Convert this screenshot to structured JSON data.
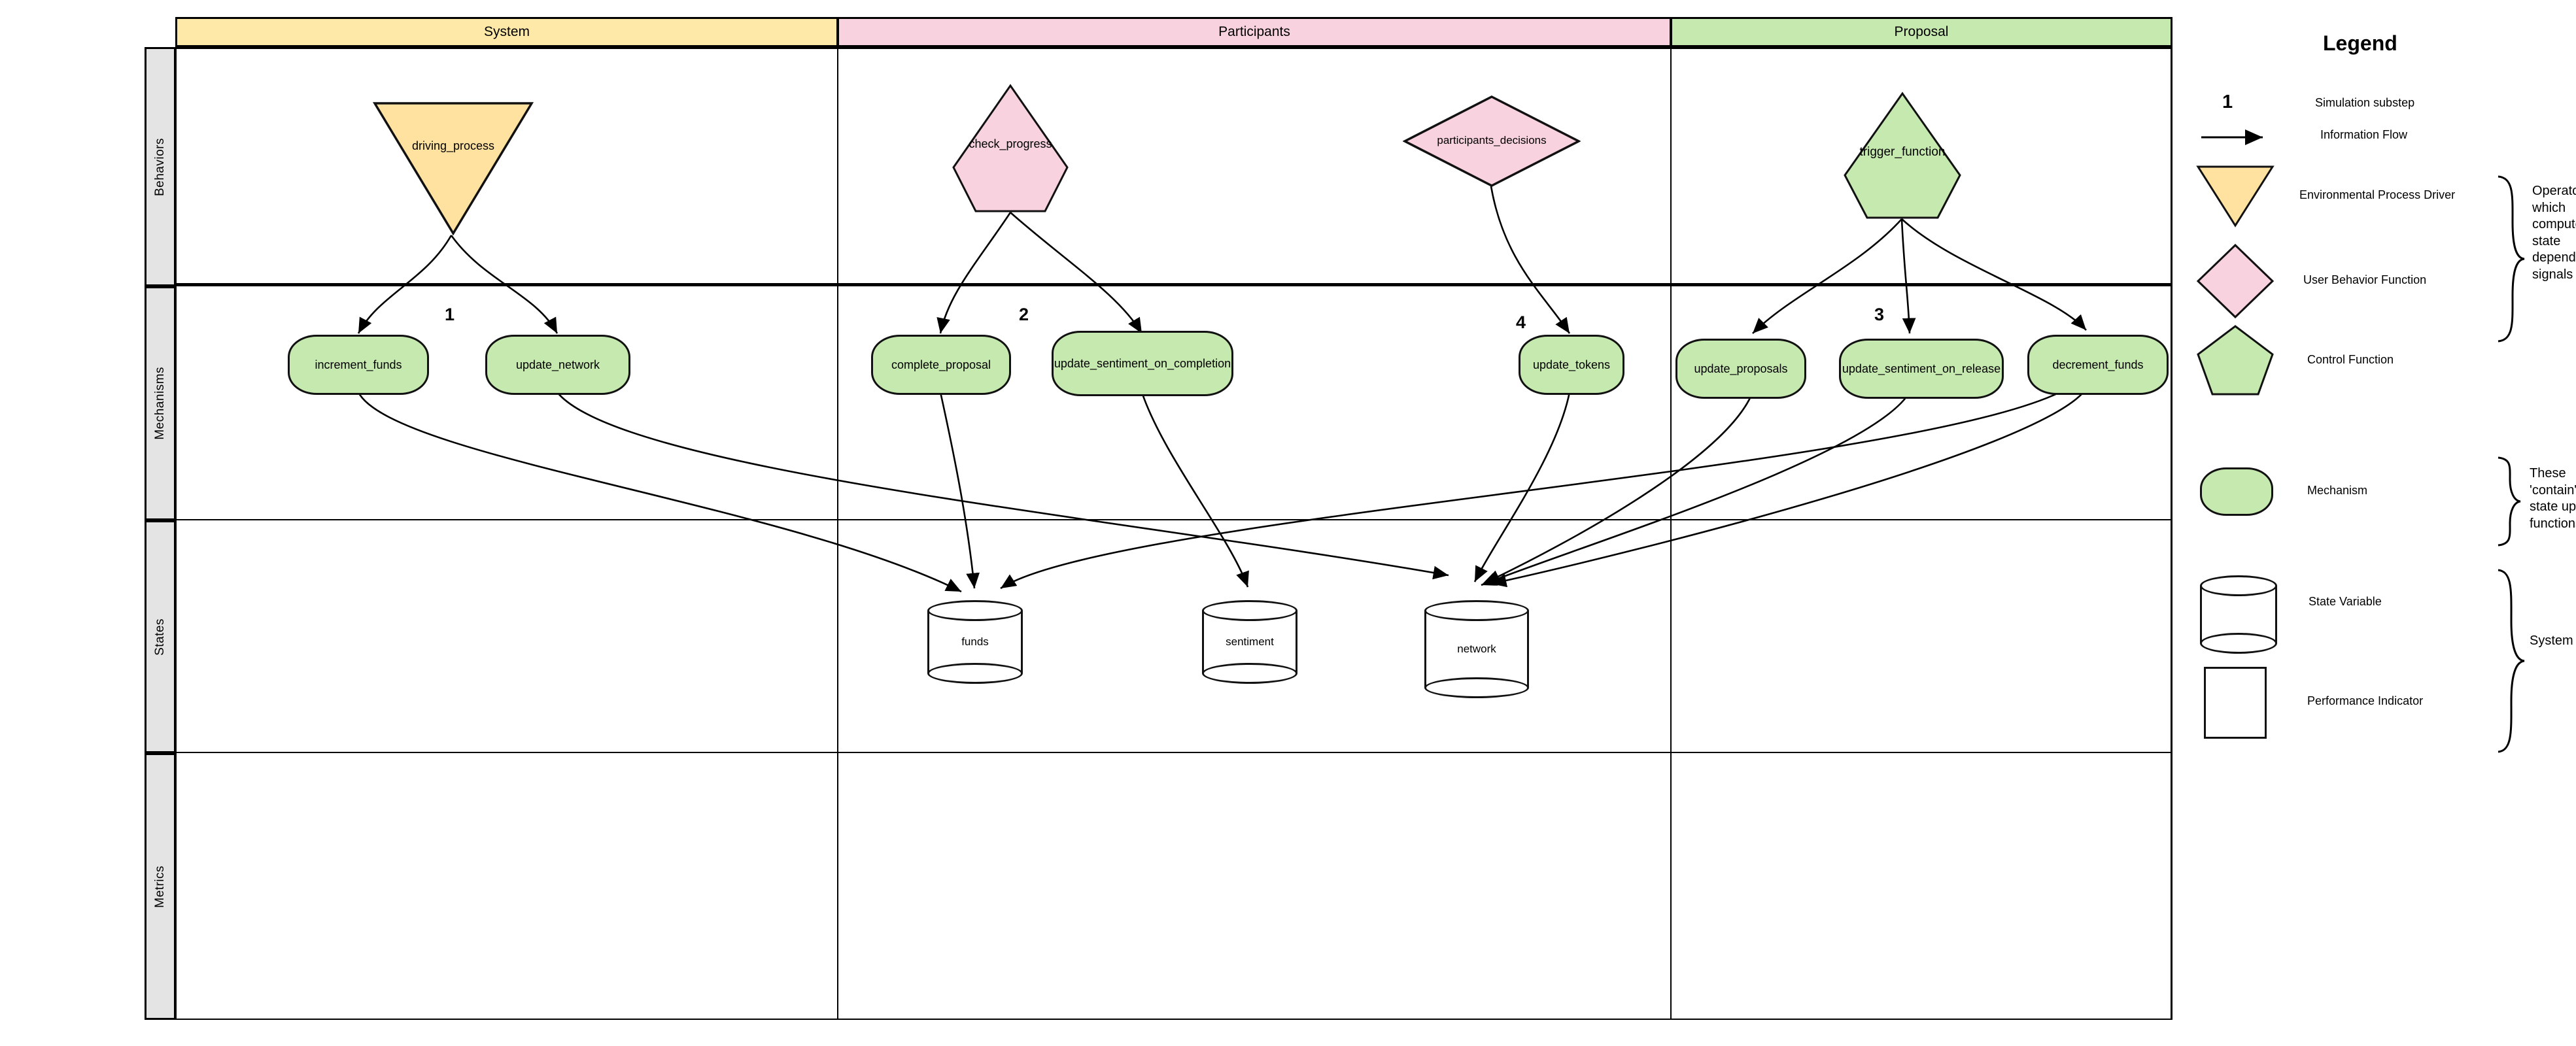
{
  "diagram": {
    "columns": [
      {
        "id": "system",
        "label": "System",
        "color": "#ffe9a8"
      },
      {
        "id": "participants",
        "label": "Participants",
        "color": "#f9d2e0"
      },
      {
        "id": "proposal",
        "label": "Proposal",
        "color": "#c6e9b0"
      }
    ],
    "rows": [
      {
        "id": "behaviors",
        "label": "Behaviors"
      },
      {
        "id": "mechanisms",
        "label": "Mechanisms"
      },
      {
        "id": "states",
        "label": "States"
      },
      {
        "id": "metrics",
        "label": "Metrics"
      }
    ],
    "behaviors": [
      {
        "id": "driving_process",
        "label": "driving_process",
        "shape": "triangle-down",
        "column": "system",
        "color": "#ffe2a0"
      },
      {
        "id": "check_progress",
        "label": "check_progress",
        "shape": "pentagon",
        "column": "participants",
        "color": "#f9d2e0"
      },
      {
        "id": "participants_decisions",
        "label": "participants_decisions",
        "shape": "diamond",
        "column": "participants",
        "color": "#f9d2e0"
      },
      {
        "id": "trigger_function",
        "label": "trigger_function",
        "shape": "pentagon",
        "column": "proposal",
        "color": "#c6e9b0"
      }
    ],
    "mechanisms": [
      {
        "id": "increment_funds",
        "label": "increment_funds",
        "column": "system"
      },
      {
        "id": "update_network",
        "label": "update_network",
        "column": "system"
      },
      {
        "id": "complete_proposal",
        "label": "complete_proposal",
        "column": "participants"
      },
      {
        "id": "update_sentiment_on_completion",
        "label": "update_sentiment_on_completion",
        "column": "participants"
      },
      {
        "id": "update_tokens",
        "label": "update_tokens",
        "column": "participants"
      },
      {
        "id": "update_proposals",
        "label": "update_proposals",
        "column": "proposal"
      },
      {
        "id": "update_sentiment_on_release",
        "label": "update_sentiment_on_release",
        "column": "proposal"
      },
      {
        "id": "decrement_funds",
        "label": "decrement_funds",
        "column": "proposal"
      }
    ],
    "states": [
      {
        "id": "funds",
        "label": "funds"
      },
      {
        "id": "sentiment",
        "label": "sentiment"
      },
      {
        "id": "network",
        "label": "network"
      }
    ],
    "metrics": [],
    "substeps": [
      {
        "label": "1",
        "column": "system"
      },
      {
        "label": "2",
        "column": "participants"
      },
      {
        "label": "4",
        "column": "participants"
      },
      {
        "label": "3",
        "column": "proposal"
      }
    ]
  },
  "legend": {
    "title": "Legend",
    "substep_sample": "1",
    "items": [
      {
        "id": "simulation-substep",
        "label": "Simulation substep",
        "glyph": "number"
      },
      {
        "id": "information-flow",
        "label": "Information Flow",
        "glyph": "arrow"
      },
      {
        "id": "environmental-process-driver",
        "label": "Environmental Process Driver",
        "glyph": "triangle-down",
        "color": "#ffe2a0"
      },
      {
        "id": "user-behavior-function",
        "label": "User Behavior Function",
        "glyph": "diamond",
        "color": "#f9d2e0"
      },
      {
        "id": "control-function",
        "label": "Control Function",
        "glyph": "pentagon",
        "color": "#c6e9b0"
      },
      {
        "id": "mechanism",
        "label": "Mechanism",
        "glyph": "rounded-rect",
        "color": "#c6e9b0"
      },
      {
        "id": "state-variable",
        "label": "State Variable",
        "glyph": "cylinder",
        "color": "#ffffff"
      },
      {
        "id": "performance-indicator",
        "label": "Performance Indicator",
        "glyph": "rect",
        "color": "#ffffff"
      }
    ],
    "brace_notes": [
      {
        "id": "operators-note",
        "text": "Operators which computes state dependent signals"
      },
      {
        "id": "mechanism-note",
        "text": "These 'contain' state update functions"
      },
      {
        "id": "system-data-note",
        "text": "System Data"
      }
    ]
  }
}
